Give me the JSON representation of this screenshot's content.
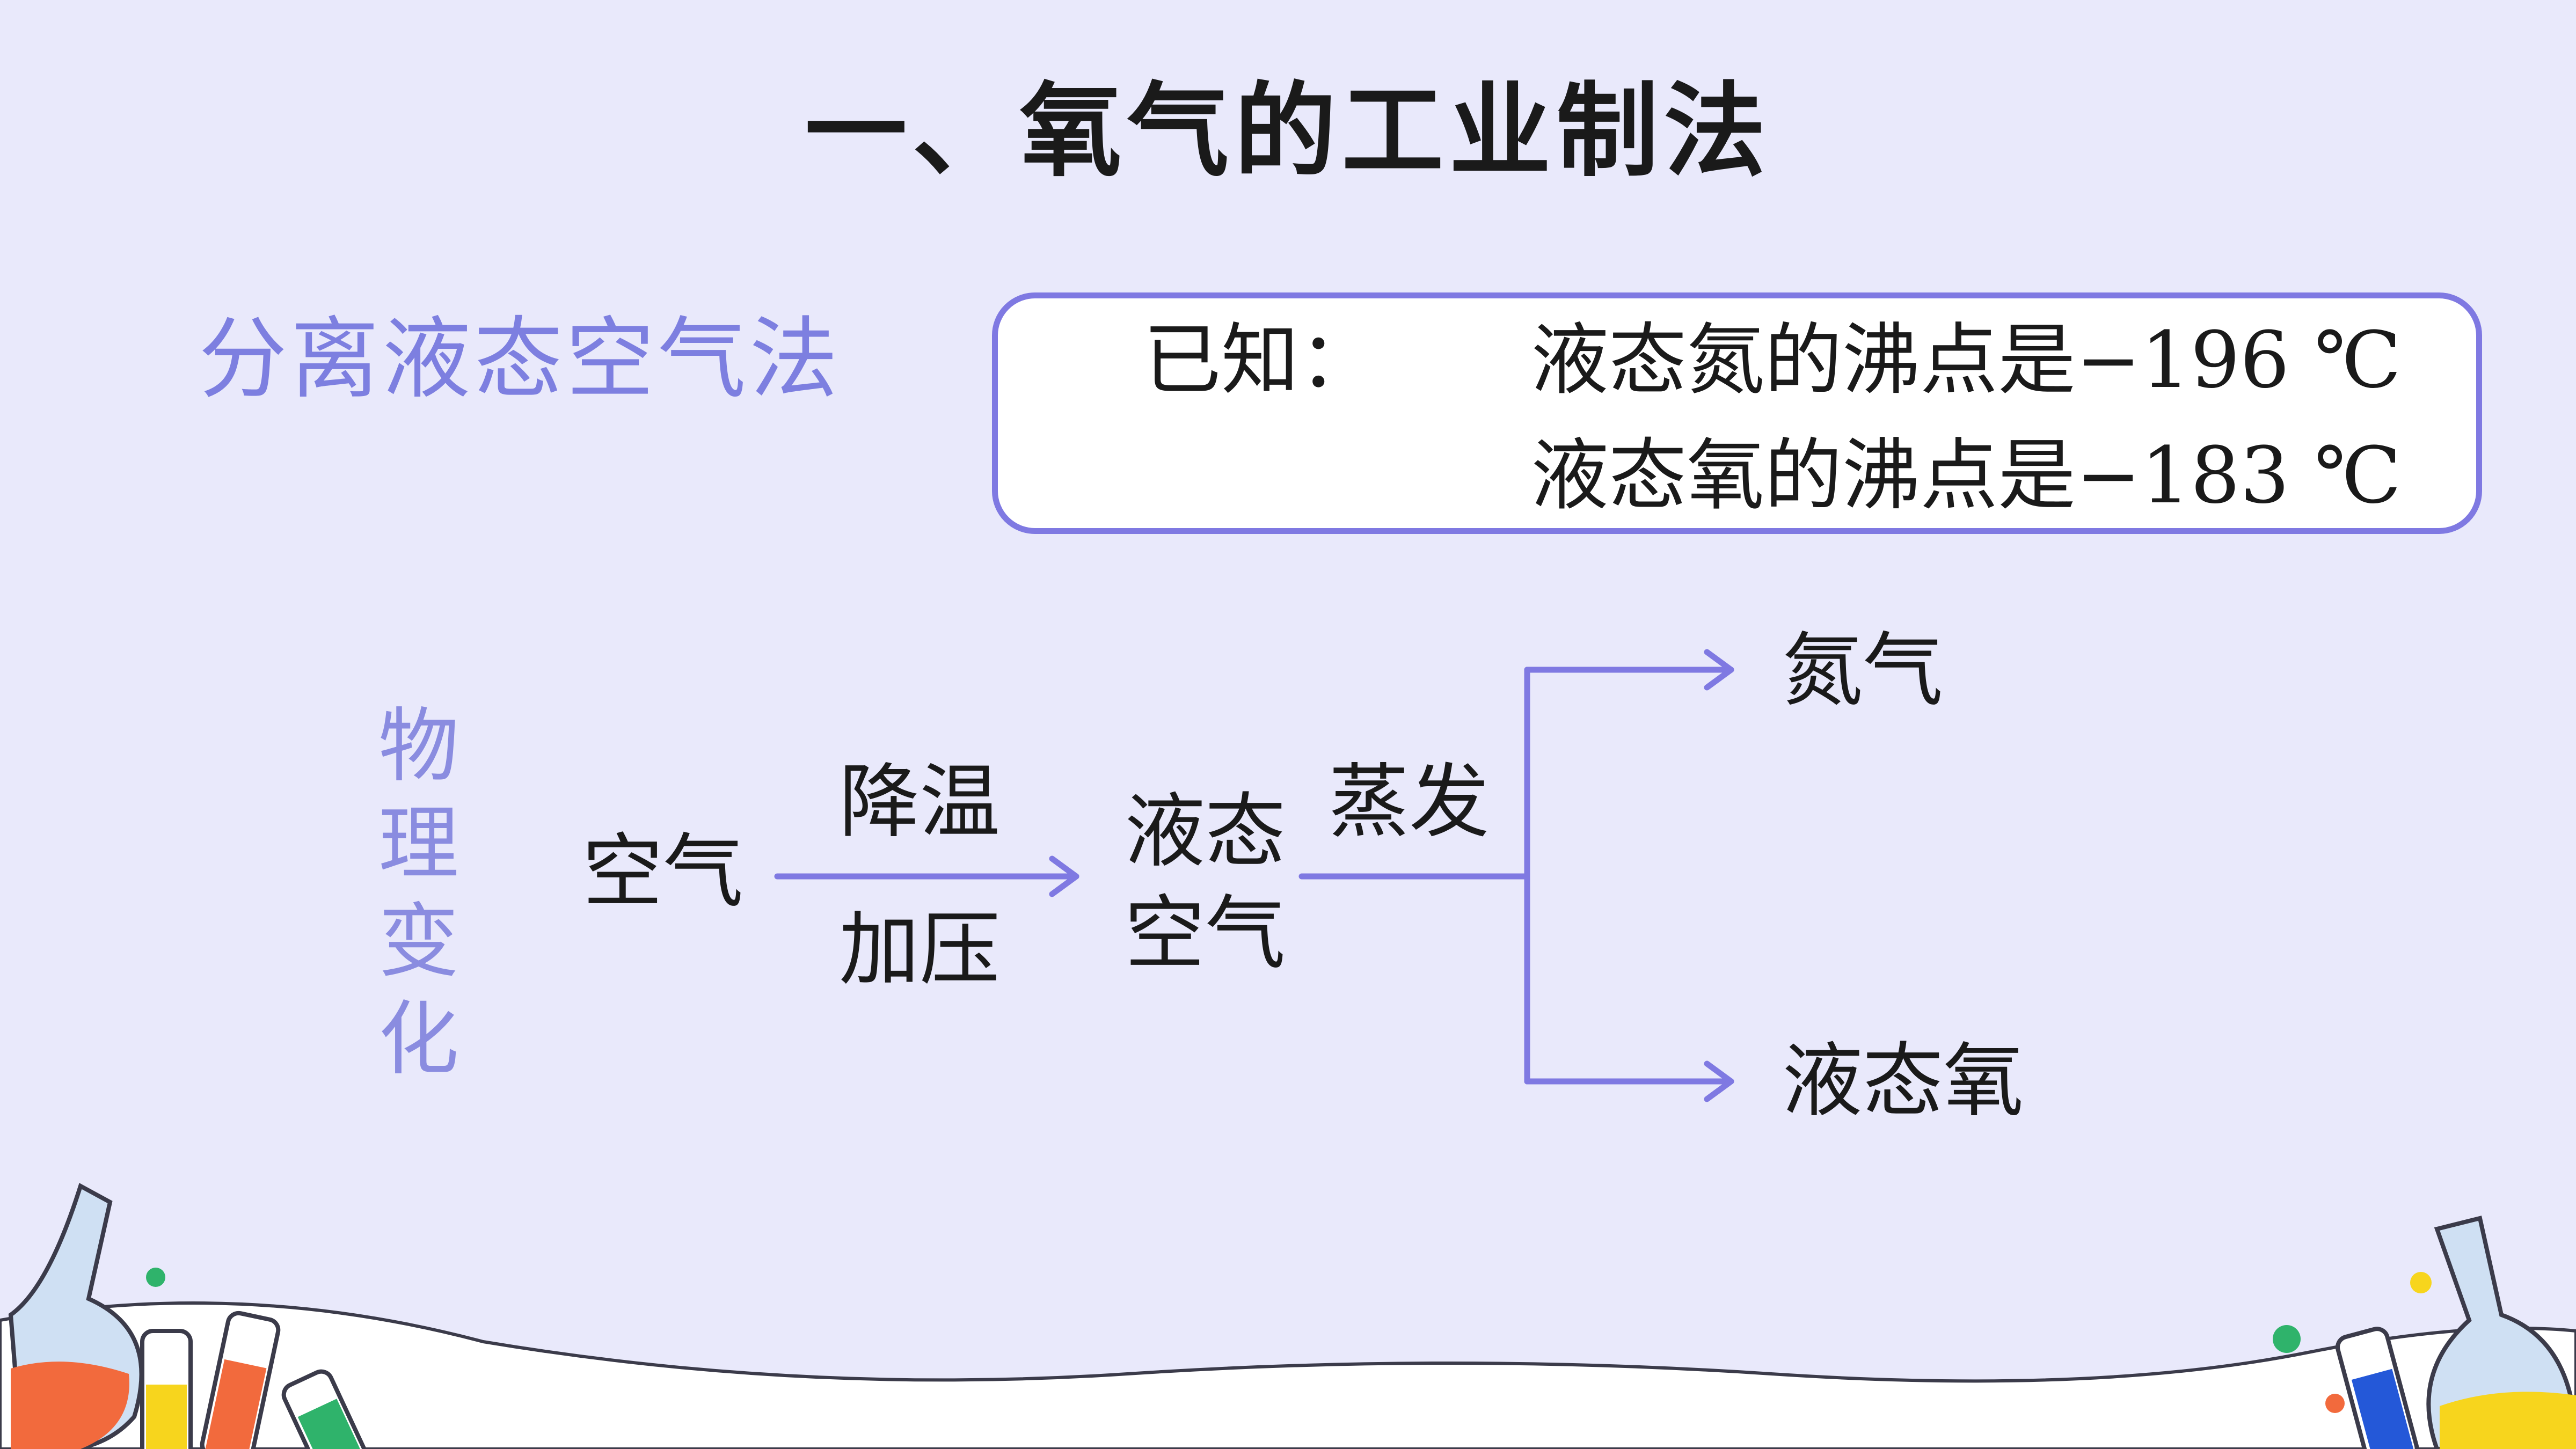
{
  "slide": {
    "title": "一、氧气的工业制法",
    "method": "分离液态空气法",
    "known": {
      "label": "已知：",
      "lines": [
        "液态氮的沸点是−196 ℃",
        "液态氧的沸点是−183 ℃"
      ]
    },
    "change_type": [
      "物",
      "理",
      "变",
      "化"
    ],
    "flow": {
      "start": "空气",
      "step1_top": "降温",
      "step1_bottom": "加压",
      "middle": [
        "液态",
        "空气"
      ],
      "step2": "蒸发",
      "out_top": "氮气",
      "out_bottom": "液态氧"
    }
  },
  "colors": {
    "background": "#e9e9fb",
    "accent": "#7f79e2",
    "box_fill": "#ffffff",
    "text": "#1a1a1a"
  },
  "decor": [
    "flask-icon",
    "test-tube-icon"
  ]
}
